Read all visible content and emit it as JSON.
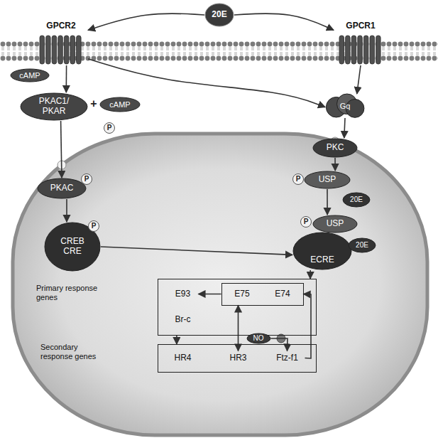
{
  "diagram": {
    "nodes": [
      {
        "text": [
          "20E"
        ]
      },
      {
        "text": [
          "GPCR2"
        ]
      },
      {
        "text": [
          "GPCR1"
        ]
      },
      {
        "text": [
          "cAMP"
        ]
      },
      {
        "text": [
          "PKAC1/ PKAR"
        ]
      },
      {
        "text": [
          "cAMP"
        ]
      },
      {
        "text": [
          "Gq"
        ]
      },
      {
        "text": [
          "PKC"
        ]
      },
      {
        "text": [
          "PKAC"
        ]
      },
      {
        "text": [
          "USP"
        ]
      },
      {
        "text": [
          "20E"
        ]
      },
      {
        "text": [
          "CREB",
          "CRE"
        ]
      },
      {
        "text": [
          "ECRE"
        ]
      },
      {
        "text": [
          "USP"
        ]
      },
      {
        "text": [
          "20E"
        ]
      },
      {
        "text": [
          "Primary response genes"
        ]
      },
      {
        "text": [
          "E93"
        ],
        "in": 15
      },
      {
        "text": [
          "Br-c"
        ],
        "in": 15
      },
      {
        "text": [
          "E75",
          "E74"
        ],
        "in": 15
      },
      {
        "text": [
          "Secondary response genes"
        ]
      },
      {
        "text": [
          "HR4"
        ],
        "in": 19
      },
      {
        "text": [
          "HR3"
        ],
        "in": 19
      },
      {
        "text": [
          "Ftz-f1"
        ],
        "in": 19
      },
      {
        "text": [
          "NO"
        ]
      }
    ],
    "edges": [
      {
        "from": 0,
        "to": 1,
        "arrow": "to"
      },
      {
        "from": 0,
        "to": 2,
        "arrow": "to"
      },
      {
        "from": 1,
        "to": 4,
        "arrow": "to"
      },
      {
        "from": 1,
        "to": 6,
        "arrow": "to"
      },
      {
        "from": 2,
        "to": 6,
        "arrow": "to"
      },
      {
        "from": 6,
        "to": 7,
        "arrow": "to"
      },
      {
        "from": 4,
        "to": 8,
        "arrow": "to"
      },
      {
        "from": 7,
        "to": 9,
        "arrow": "to"
      },
      {
        "from": 8,
        "to": 11,
        "arrow": "to"
      },
      {
        "from": 9,
        "to": 13,
        "arrow": "to"
      },
      {
        "from": 11,
        "to": 12,
        "arrow": "to"
      },
      {
        "from": 12,
        "to": 15,
        "arrow": "to"
      },
      {
        "from": 18,
        "to": 16,
        "arrow": "to"
      },
      {
        "from": 15,
        "to": 19,
        "arrow": "to"
      },
      {
        "from": 21,
        "to": 18,
        "arrow": "both"
      },
      {
        "from": 22,
        "to": 18,
        "arrow": "to"
      },
      {
        "from": 23,
        "to": 22,
        "arrow": "to"
      }
    ],
    "labels": [
      "+",
      "P",
      "P",
      "P",
      "P",
      "P"
    ]
  }
}
